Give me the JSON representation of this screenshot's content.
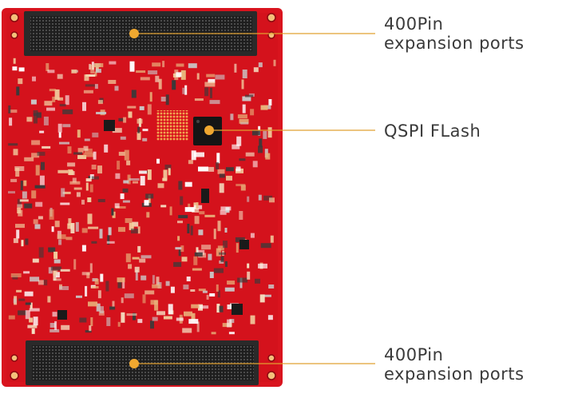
{
  "callouts": [
    {
      "id": "top-port",
      "lines": [
        "400Pin",
        "expansion ports"
      ]
    },
    {
      "id": "qspi",
      "lines": [
        "QSPI FLash"
      ]
    },
    {
      "id": "bottom-port",
      "lines": [
        "400Pin",
        "expansion ports"
      ]
    }
  ],
  "colors": {
    "board": "#d9141e",
    "board_dark": "#b50d16",
    "connector": "#2a2a2a",
    "leader": "#e0a030",
    "dot": "#f0a830",
    "label": "#3a3a3a"
  }
}
